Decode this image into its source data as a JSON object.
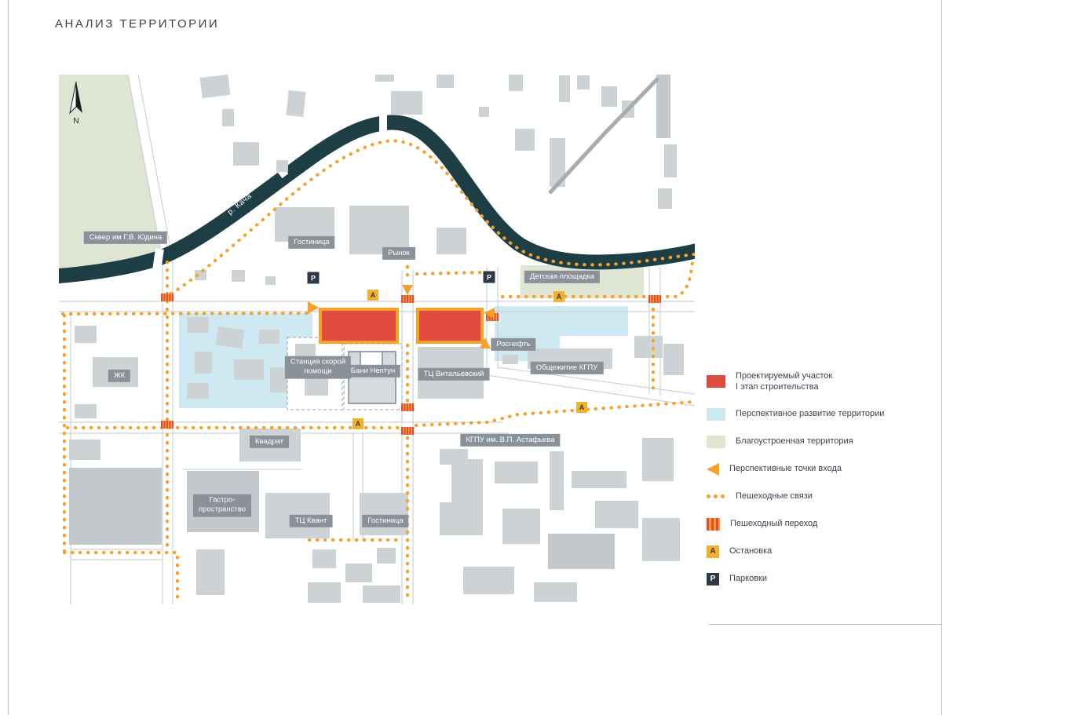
{
  "page": {
    "title": "АНАЛИЗ ТЕРРИТОРИИ"
  },
  "map": {
    "north_label": "N",
    "river_label": "р. Кача",
    "parking_letter": "Р",
    "stop_letter": "А",
    "labels": [
      "Сквер им Г.В. Юдина",
      "Гостиница",
      "Рынок",
      "Детская площадка",
      "ЖК",
      "Станция скорой\nпомощи",
      "Бани Нептун",
      "ТЦ Витальевский",
      "Роснефть",
      "Общежитие КГПУ",
      "Квадрат",
      "КГПУ им. В.П. Астафьева",
      "Гастро-\nпространство",
      "ТЦ Квант",
      "Гостиница"
    ]
  },
  "legend": {
    "items": [
      {
        "icon": "project-area-swatch",
        "label": "Проектируемый участок\nI этап строительства"
      },
      {
        "icon": "perspective-area-swatch",
        "label": "Перспективное развитие территории"
      },
      {
        "icon": "landscaped-area-swatch",
        "label": "Благоустроенная территория"
      },
      {
        "icon": "entry-point-arrow-icon",
        "label": "Перспективные точки входа"
      },
      {
        "icon": "pedestrian-path-icon",
        "label": "Пешеходные связи"
      },
      {
        "icon": "pedestrian-crossing-icon",
        "label": "Пешеходный переход"
      },
      {
        "icon": "bus-stop-icon",
        "label": "Остановка",
        "letter": "А"
      },
      {
        "icon": "parking-icon",
        "label": "Парковки",
        "letter": "Р"
      }
    ]
  },
  "colors": {
    "accent_red": "#e14b3d",
    "accent_orange": "#f5a12b",
    "light_blue": "#cfe9f3",
    "light_green": "#dfe5d3",
    "river_teal": "#1d3e44",
    "navy": "#2e3947",
    "stop_yellow": "#f2b22e",
    "label_gray": "#8a9198"
  }
}
